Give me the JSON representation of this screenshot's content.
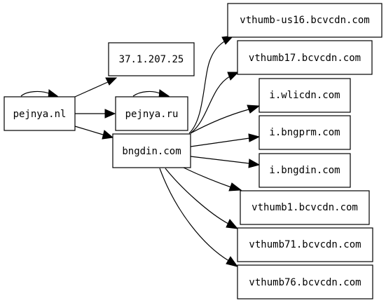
{
  "nodes": {
    "pejnya_nl": "pejnya.nl",
    "ip": "37.1.207.25",
    "pejnya_ru": "pejnya.ru",
    "bngdin": "bngdin.com",
    "vthumb_us16": "vthumb-us16.bcvcdn.com",
    "vthumb17": "vthumb17.bcvcdn.com",
    "i_wlicdn": "i.wlicdn.com",
    "i_bngprm": "i.bngprm.com",
    "i_bngdin": "i.bngdin.com",
    "vthumb1": "vthumb1.bcvcdn.com",
    "vthumb71": "vthumb71.bcvcdn.com",
    "vthumb76": "vthumb76.bcvcdn.com"
  },
  "edges": [
    {
      "from": "pejnya.nl",
      "to": "pejnya.nl"
    },
    {
      "from": "pejnya.nl",
      "to": "37.1.207.25"
    },
    {
      "from": "pejnya.nl",
      "to": "pejnya.ru"
    },
    {
      "from": "pejnya.nl",
      "to": "bngdin.com"
    },
    {
      "from": "pejnya.ru",
      "to": "pejnya.ru"
    },
    {
      "from": "bngdin.com",
      "to": "vthumb-us16.bcvcdn.com"
    },
    {
      "from": "bngdin.com",
      "to": "vthumb17.bcvcdn.com"
    },
    {
      "from": "bngdin.com",
      "to": "i.wlicdn.com"
    },
    {
      "from": "bngdin.com",
      "to": "i.bngprm.com"
    },
    {
      "from": "bngdin.com",
      "to": "i.bngdin.com"
    },
    {
      "from": "bngdin.com",
      "to": "vthumb1.bcvcdn.com"
    },
    {
      "from": "bngdin.com",
      "to": "vthumb71.bcvcdn.com"
    },
    {
      "from": "bngdin.com",
      "to": "vthumb76.bcvcdn.com"
    }
  ]
}
